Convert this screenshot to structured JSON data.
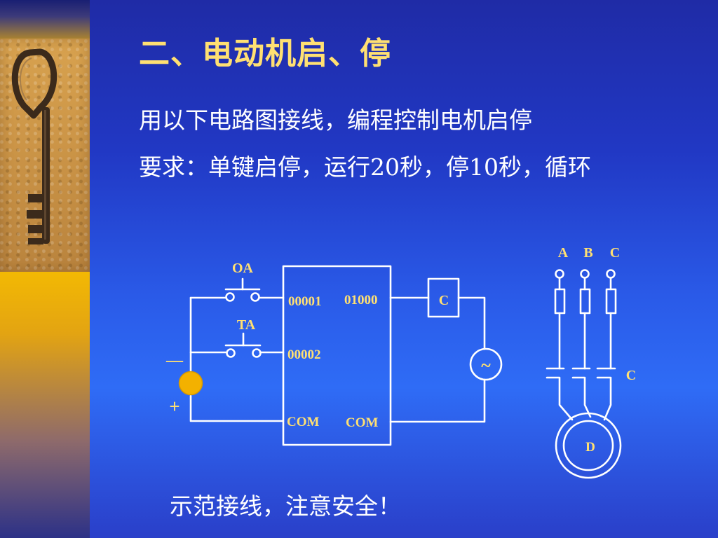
{
  "slide": {
    "title": "二、电动机启、停",
    "instruction": "用以下电路图接线，编程控制电机启停",
    "requirement": "要求：单键启停，运行20秒，停10秒，循环",
    "footer": "示范接线，注意安全！"
  },
  "circuit": {
    "switch_top": "OA",
    "switch_bottom": "TA",
    "input_1": "00001",
    "input_2": "00002",
    "output_1": "01000",
    "com_left": "COM",
    "com_right": "COM",
    "contactor": "C",
    "ac_source": "~",
    "minus": "—",
    "plus": "+"
  },
  "motor": {
    "phase_a": "A",
    "phase_b": "B",
    "phase_c": "C",
    "contactor_label": "C",
    "motor_label": "D"
  },
  "colors": {
    "text": "#ffffff",
    "title": "#ffe072",
    "diagram_label": "#ffe072",
    "wire": "#ffffff",
    "battery": "#f3b100"
  }
}
